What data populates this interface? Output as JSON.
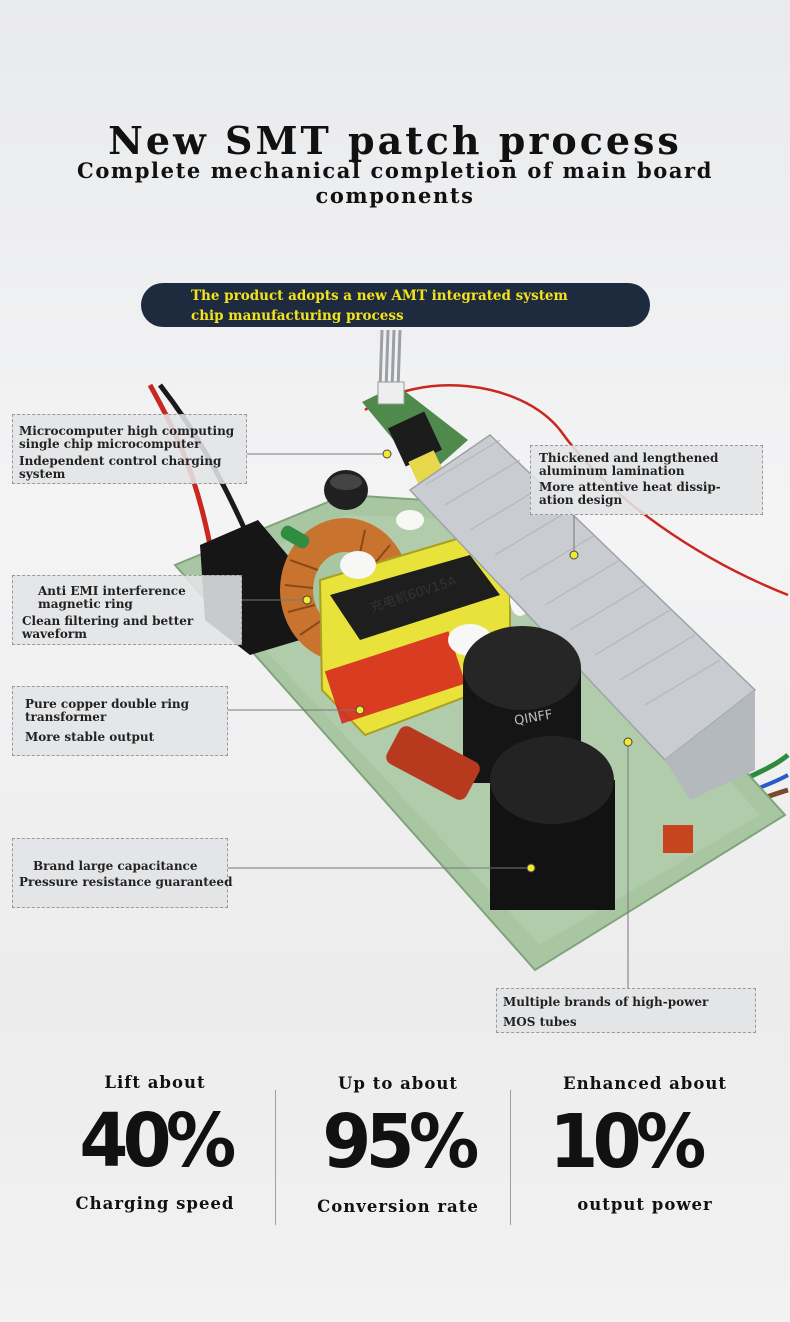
{
  "header": {
    "title": "New SMT patch process",
    "subtitle": "Complete mechanical completion of main board components"
  },
  "banner": {
    "line1": "The product adopts a new AMT integrated system",
    "line2": "chip manufacturing process"
  },
  "callouts": {
    "microcomputer": {
      "line1": "Microcomputer high computing",
      "line2": "single chip microcomputer",
      "line3": "Independent control charging",
      "line4": "system"
    },
    "emi": {
      "line1": "Anti EMI interference",
      "line2": "magnetic ring",
      "line3": "Clean filtering and better",
      "line4": "waveform"
    },
    "transformer": {
      "line1": "Pure copper double ring",
      "line2": "transformer",
      "line3": "More stable output"
    },
    "capacitance": {
      "line1": "Brand large capacitance",
      "line2": "Pressure resistance guaranteed"
    },
    "aluminum": {
      "line1": "Thickened and lengthened",
      "line2": "aluminum lamination",
      "line3": "More attentive heat dissip-",
      "line4": "ation design"
    },
    "mos": {
      "line1": "Multiple brands of high-power",
      "line2": "MOS tubes"
    }
  },
  "board_print": {
    "transformer_label": "充电机60V15A",
    "capacitor_label": "QINFF"
  },
  "stats": [
    {
      "label": "Lift about",
      "value": "40%",
      "caption": "Charging speed"
    },
    {
      "label": "Up to about",
      "value": "95%",
      "caption": "Conversion rate"
    },
    {
      "label": "Enhanced about",
      "value": "10%",
      "caption": "output power"
    }
  ],
  "colors": {
    "banner_bg": "#1e2b3e",
    "banner_text": "#f3e21c",
    "pcb": "#a9c6a3",
    "heatsink": "#c9cdd2",
    "copper": "#c8742e",
    "transformer": "#e8e23a"
  }
}
